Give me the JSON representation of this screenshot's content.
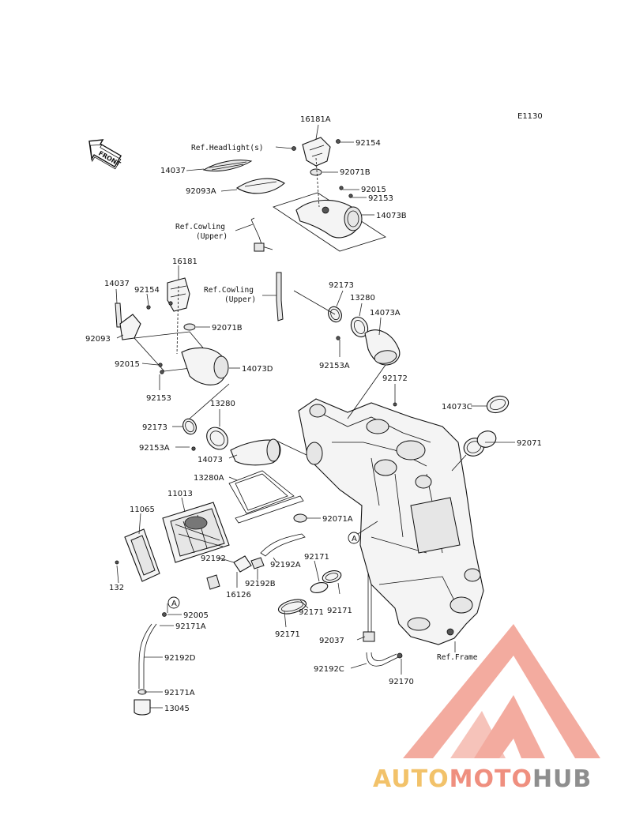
{
  "diagram_code": "E1130",
  "front_label": "FRONT",
  "watermark": {
    "auto": "AUTO",
    "moto": "MOTO",
    "hub": "HUB",
    "accent": "#ef8f7f",
    "accent2": "#f2c26a"
  },
  "labels": {
    "p16181A": "16181A",
    "p92154a": "92154",
    "refHeadlight": "Ref.Headlight(s)",
    "p14037a": "14037",
    "p92071Ba": "92071B",
    "p92093A": "92093A",
    "p92015a": "92015",
    "p92153a": "92153",
    "p14073B": "14073B",
    "refCowl1a": "Ref.Cowling",
    "refCowl1b": "(Upper)",
    "p16181": "16181",
    "refCowl2a": "Ref.Cowling",
    "refCowl2b": "(Upper)",
    "p14037b": "14037",
    "p92154b": "92154",
    "p92173a": "92173",
    "p13280a": "13280",
    "p14073A": "14073A",
    "p92093": "92093",
    "p92071Bb": "92071B",
    "p92153A_a": "92153A",
    "p92015b": "92015",
    "p14073D": "14073D",
    "p92153b": "92153",
    "p92172": "92172",
    "p14073C": "14073C",
    "p13280b": "13280",
    "p92173b": "92173",
    "p92071": "92071",
    "p92153A_b": "92153A",
    "p14073": "14073",
    "p13280A": "13280A",
    "p11013": "11013",
    "p92071A": "92071A",
    "p11065": "11065",
    "refA1": "A",
    "p92192": "92192",
    "p92192A": "92192A",
    "p92171a": "92171",
    "p132": "132",
    "p16126": "16126",
    "p92192B": "92192B",
    "p92171b": "92171",
    "p92171c": "92171",
    "refA2": "A",
    "p92005": "92005",
    "p92171Aa": "92171A",
    "p92171d": "92171",
    "p92037": "92037",
    "refFrame": "Ref.Frame",
    "p92192D": "92192D",
    "p92192C": "92192C",
    "p92170": "92170",
    "p92171Ab": "92171A",
    "p13045": "13045"
  }
}
